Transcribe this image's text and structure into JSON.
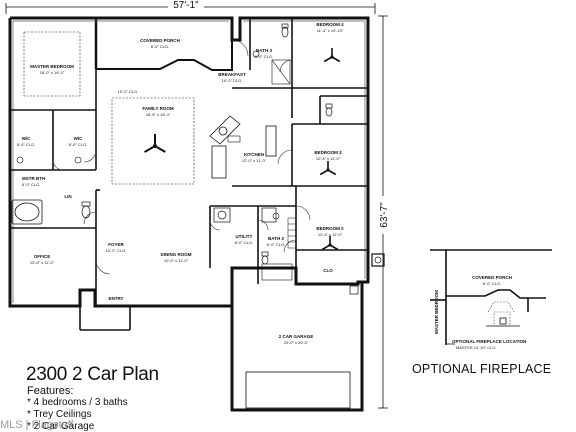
{
  "dimensions": {
    "width": "57'-1\"",
    "depth": "63'-7\""
  },
  "rooms": {
    "master_bedroom": {
      "name": "MASTER BEDROOM",
      "size": "16'-0\" x 16'-0\""
    },
    "covered_porch": {
      "name": "COVERED PORCH",
      "size": "8'-0\" CLG."
    },
    "bath_3": {
      "name": "BATH 3",
      "size": "8'-0\" CLG."
    },
    "breakfast": {
      "name": "BREAKFAST",
      "size": "10'-0\" CLG."
    },
    "bedroom_4": {
      "name": "BEDROOM 4",
      "size": "11'-4\" x 10'-10\""
    },
    "family_room": {
      "name": "FAMILY ROOM",
      "size": "18'-6\" x 18'-4\"",
      "ceiling": "10'-0\" CLG."
    },
    "kitchen": {
      "name": "KITCHEN",
      "size": "12'-0\" x 11'-0\""
    },
    "bedroom_3": {
      "name": "BEDROOM 3",
      "size": "10'-4\" x 11'-0\""
    },
    "wic_1": {
      "name": "W/C",
      "size": "8'-0\" CLG."
    },
    "wic_2": {
      "name": "W/C",
      "size": "8'-0\" CLG."
    },
    "master_bath": {
      "name": "MSTR BTH",
      "size": "8'-0\" CLG."
    },
    "linen": {
      "name": "LIN"
    },
    "office": {
      "name": "OFFICE",
      "size": "10'-6\" x 11'-0\""
    },
    "foyer": {
      "name": "FOYER",
      "size": "10'-0\" CLG."
    },
    "dining_room": {
      "name": "DINING ROOM",
      "size": "10'-0\" x 11'-0\""
    },
    "utility": {
      "name": "UTILITY",
      "size": "8'-0\" CLG."
    },
    "bath_2": {
      "name": "BATH 2",
      "size": "8'-0\" CLG."
    },
    "bedroom_2": {
      "name": "BEDROOM 2",
      "size": "12'-4\" x 11'-0\""
    },
    "closet": {
      "name": "CLO"
    },
    "entry": {
      "name": "ENTRY"
    },
    "garage": {
      "name": "2 CAR GARAGE",
      "size": "20'-0\" x 20'-0\""
    }
  },
  "optional_inset": {
    "title": "OPTIONAL FIREPLACE",
    "porch_label": "COVERED PORCH",
    "porch_sub": "8'-0\" CLG.",
    "bedroom_label": "MASTER BEDROOM",
    "location_label": "OPTIONAL FIREPLACE LOCATION",
    "location_sub": "MASTER 14'-10\" CLG."
  },
  "title": "2300 2 Car Plan",
  "features_heading": "Features:",
  "features": [
    "* 4 bedrooms / 3 baths",
    "* Trey Ceilings",
    "* 2 Car Garage"
  ],
  "watermark": "MLS | Flagstaff"
}
